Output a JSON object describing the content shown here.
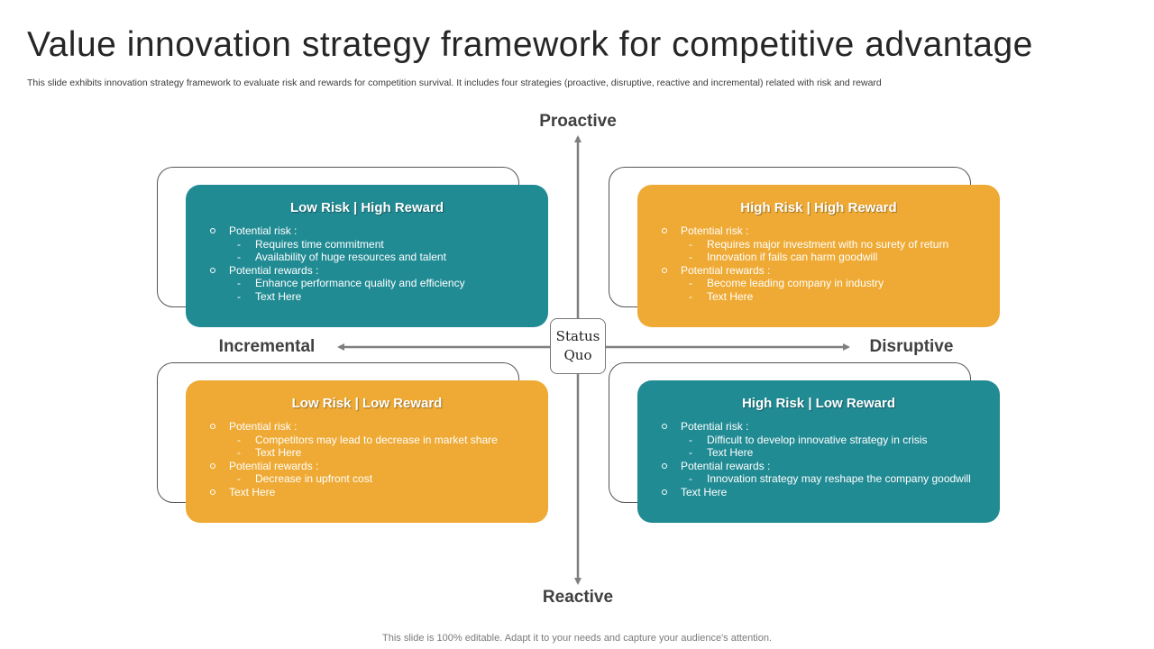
{
  "header": {
    "title": "Value innovation strategy framework for competitive advantage",
    "subtitle": "This slide exhibits innovation strategy framework to evaluate risk and rewards for competition survival. It includes four strategies (proactive, disruptive, reactive and incremental) related with risk and reward"
  },
  "axes": {
    "top": "Proactive",
    "bottom": "Reactive",
    "left": "Incremental",
    "right": "Disruptive",
    "axis_color": "#7f7f7f"
  },
  "center": {
    "line1": "Status",
    "line2": "Quo"
  },
  "quadrants": {
    "top_left": {
      "title": "Low Risk  |  High Reward",
      "color": "#218b94",
      "risk_label": "Potential risk :",
      "risks": [
        "Requires time commitment",
        "Availability of huge resources and talent"
      ],
      "reward_label": "Potential rewards :",
      "rewards": [
        "Enhance performance quality and efficiency",
        "Text Here"
      ]
    },
    "top_right": {
      "title": "High Risk  |  High Reward",
      "color": "#eeaa34",
      "risk_label": "Potential risk :",
      "risks": [
        "Requires major investment with no surety of return",
        "Innovation if fails can harm goodwill"
      ],
      "reward_label": "Potential rewards :",
      "rewards": [
        "Become leading company in industry",
        "Text Here"
      ]
    },
    "bottom_left": {
      "title": "Low Risk  |  Low Reward",
      "color": "#eeaa34",
      "risk_label": "Potential risk :",
      "risks": [
        "Competitors may lead to decrease in market share",
        "Text Here"
      ],
      "reward_label": "Potential rewards :",
      "rewards": [
        "Decrease in upfront cost"
      ],
      "extra": "Text Here"
    },
    "bottom_right": {
      "title": "High Risk  |  Low Reward",
      "color": "#218b94",
      "risk_label": "Potential risk :",
      "risks": [
        "Difficult to develop innovative strategy in crisis",
        "Text Here"
      ],
      "reward_label": "Potential rewards :",
      "rewards": [
        "Innovation strategy may reshape the company goodwill"
      ],
      "extra": "Text Here"
    }
  },
  "footer": "This slide is 100% editable. Adapt it to your needs and capture your audience's attention."
}
